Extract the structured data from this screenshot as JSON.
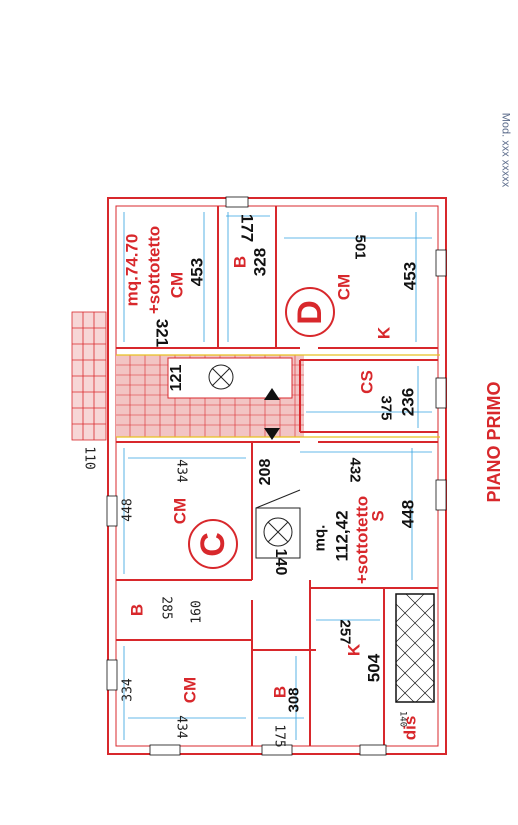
{
  "drawing": {
    "title": "PIANO PRIMO",
    "edge_text": "Mod. xxx xxxxx"
  },
  "units": {
    "C": {
      "letter": "C",
      "area": "mq.",
      "area_value": "112,42",
      "attic": "+sottotetto"
    },
    "D": {
      "letter": "D",
      "area": "mq.74.70",
      "attic": "+sottotetto"
    }
  },
  "rooms": {
    "d_cm": {
      "code": "CM",
      "size": "453",
      "dim_a": "321"
    },
    "d_b": {
      "code": "B",
      "size": "328",
      "dim_a": "177"
    },
    "d_k": {
      "code": "K",
      "size": "453",
      "dim_a": "501"
    },
    "d_cm2": {
      "code": "CM"
    },
    "cs": {
      "code": "CS",
      "size": "236",
      "dim_a": "375"
    },
    "stair": {
      "dim_a": "121"
    },
    "c_cm1": {
      "code": "CM",
      "dim_a": "448",
      "dim_b": "434"
    },
    "c_s": {
      "code": "S",
      "size": "448",
      "dim_a": "432"
    },
    "c_core": {
      "dim_a": "208",
      "dim_b": "140"
    },
    "c_b1": {
      "code": "B",
      "dim_a": "285",
      "dim_b": "160"
    },
    "c_k": {
      "code": "K",
      "size": "504",
      "dim_a": "257"
    },
    "c_cm2": {
      "code": "CM",
      "dim_a": "334",
      "dim_b": "434"
    },
    "c_b2": {
      "code": "B",
      "size": "308",
      "dim_a": "175"
    },
    "dis": {
      "code": "dis",
      "dim_a": "140"
    },
    "outside": {
      "dim_a": "110"
    }
  }
}
